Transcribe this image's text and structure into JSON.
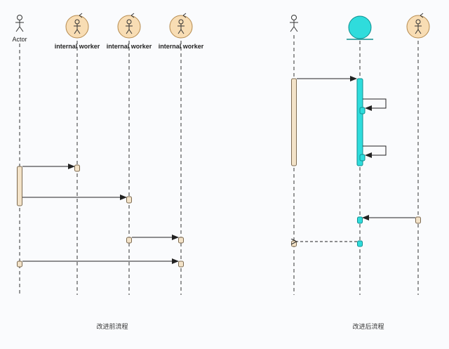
{
  "left_diagram": {
    "actor_label": "Actor",
    "worker_labels": [
      "internal worker",
      "internal worker",
      "internal worker"
    ],
    "caption": "改进前流程"
  },
  "right_diagram": {
    "caption": "改进后流程"
  },
  "colors": {
    "boundary_fill": "#f8ddb4",
    "boundary_stroke": "#b58a4e",
    "activation_fill": "#f3e3c9",
    "activation_stroke": "#7d6a50",
    "system_fill": "#2fdcdc",
    "system_stroke": "#0f8f8f",
    "line": "#222222",
    "lifeline": "#333333"
  },
  "icons": [
    "actor-icon",
    "worker-boundary-icon",
    "system-entity-icon"
  ]
}
